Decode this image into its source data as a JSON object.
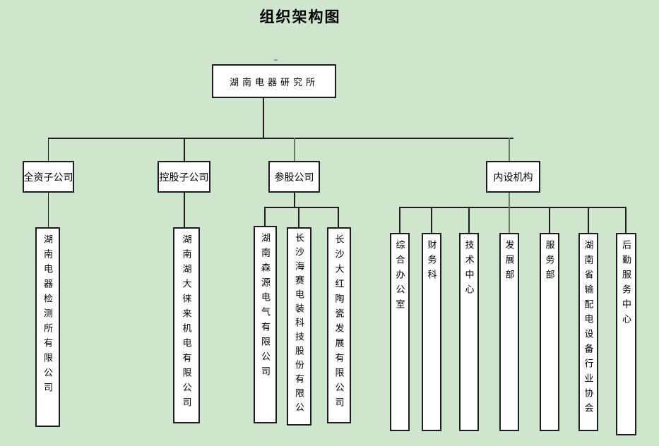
{
  "title": "组织架构图",
  "root": {
    "label": "湖南电器研究所"
  },
  "branches": [
    {
      "label": "全资子公司",
      "children": [
        "湖南电器检测所有限公司"
      ]
    },
    {
      "label": "控股子公司",
      "children": [
        "湖南湖大徕来机电有限公司"
      ]
    },
    {
      "label": "参股公司",
      "children": [
        "湖南森源电气有限公司",
        "长沙海赛电装科技股份有限公",
        "长沙大红陶瓷发展有限公司"
      ]
    },
    {
      "label": "内设机构",
      "children": [
        "综合办公室",
        "财务科",
        "技术中心",
        "发展部",
        "服务部",
        "湖南省输配电设备行业协会",
        "后勤服务中心"
      ]
    }
  ],
  "colors": {
    "background": "#cee5ce",
    "box_fill": "#ffffff",
    "line": "#1d1d1d",
    "accent_line": "#66795f"
  }
}
